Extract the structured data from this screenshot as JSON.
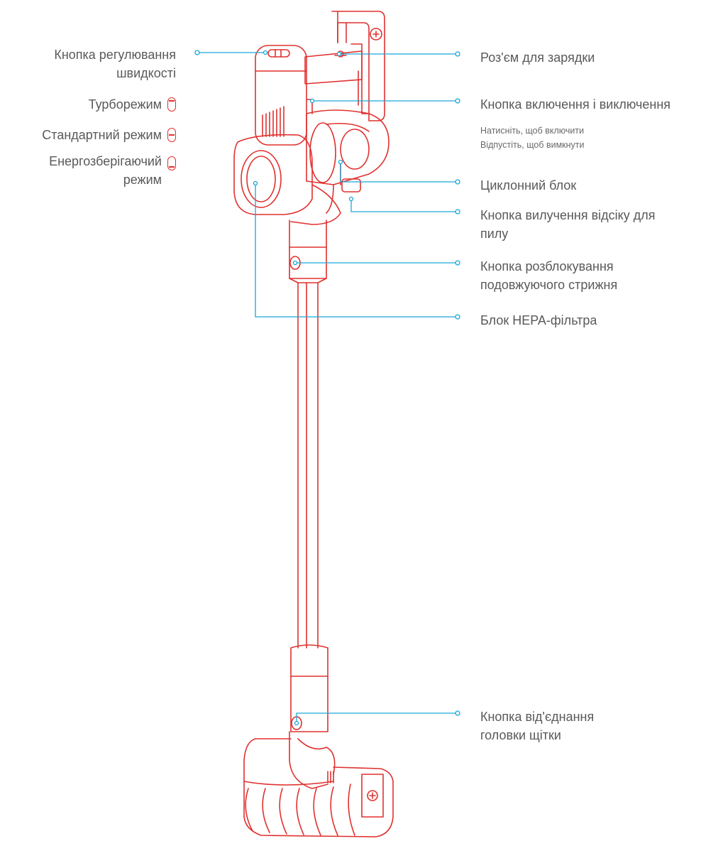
{
  "colors": {
    "outline": "#e0312f",
    "leader": "#1aa6d8",
    "text": "#595959"
  },
  "labels": {
    "speed_button": [
      "Кнопка регулювання",
      "швидкості"
    ],
    "modes": {
      "turbo": "Турборежим",
      "standard": "Стандартний режим",
      "eco": [
        "Енергозберігаючий",
        "режим"
      ]
    },
    "charging_port": "Роз'єм для зарядки",
    "power_button": "Кнопка включення і виключення",
    "power_press": "Натисніть, щоб включити",
    "power_release": "Відпустіть, щоб вимкнути",
    "cyclone": "Циклонний блок",
    "dust_release": [
      "Кнопка вилучення відсіку для",
      "пилу"
    ],
    "extension_release": [
      "Кнопка розблокування",
      "подовжуючого стрижня"
    ],
    "hepa": "Блок HEPA-фільтра",
    "brush_release": [
      "Кнопка від'єднання",
      "головки щітки"
    ]
  }
}
